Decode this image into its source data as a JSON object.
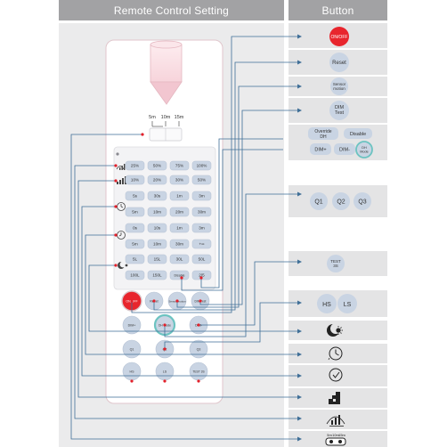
{
  "headers": {
    "left": "Remote Control Setting",
    "right": "Button"
  },
  "remote": {
    "dial_labels": [
      "5m",
      "10m",
      "15m"
    ],
    "keypad": [
      [
        "25%",
        "50%",
        "75%",
        "100%"
      ],
      [
        "10%",
        "20%",
        "30%",
        "50%"
      ],
      [
        "5s",
        "30s",
        "1m",
        "3m"
      ],
      [
        "5m",
        "10m",
        "20m",
        "30m"
      ],
      [
        "0s",
        "10s",
        "1m",
        "3m"
      ],
      [
        "5m",
        "10m",
        "30m",
        "+∞"
      ],
      [
        "5L",
        "15L",
        "30L",
        "50L"
      ],
      [
        "100L",
        "150L",
        "Disable",
        "2/5"
      ]
    ],
    "lower_buttons": {
      "on_off": "ON/OFF",
      "reset": "Reset",
      "sensor_motion": "Sensor motion",
      "dim_test": "DIM Test",
      "dim_plus": "DIM+",
      "dh_mode": "DH Mode",
      "dim_minus": "DIM-",
      "q1": "Q1",
      "q2": "Q2",
      "q3": "Q3",
      "hs": "HS",
      "ls": "LS",
      "test": "TEST 3S"
    }
  },
  "legend": {
    "on_off": "ON/OFF",
    "reset": "Reset",
    "sensor_motion": [
      "Sensor",
      "motion"
    ],
    "dim_test": [
      "DIM",
      "Test"
    ],
    "override_dh": [
      "Override",
      "DH"
    ],
    "disable": "Disable",
    "dim_plus": "DIM+",
    "dim_minus": "DIM-",
    "dh_mode": [
      "DH",
      "Mode"
    ],
    "q1": "Q1",
    "q2": "Q2",
    "q3": "Q3",
    "test": [
      "TEST",
      "3S"
    ],
    "hs": "HS",
    "ls": "LS",
    "dial_labels": [
      "5m",
      "10m",
      "15m"
    ]
  },
  "colors": {
    "header": "#a2a2a4",
    "on_off_red": "#e8252d",
    "key_blue": "#c9d4e3",
    "connector_blue": "#3f6f97",
    "marker_red": "#e3202a",
    "dh_teal": "#6cc3c1"
  },
  "icons": [
    "lux-bars-icon",
    "stair-bars-icon",
    "timer-icon",
    "crescent-sun-icon",
    "bell-icon",
    "range-dial-icon"
  ]
}
